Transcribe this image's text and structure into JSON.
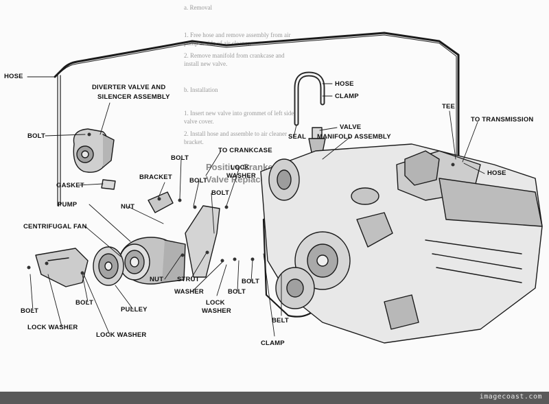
{
  "labels": {
    "hose_left": "HOSE",
    "diverter": "DIVERTER VALVE AND",
    "silencer": "SILENCER ASSEMBLY",
    "bolt_1": "BOLT",
    "hose_top": "HOSE",
    "clamp_top": "CLAMP",
    "tee": "TEE",
    "valve": "VALVE",
    "to_transmission": "TO TRANSMISSION",
    "seal": "SEAL",
    "manifold": "MANIFOLD ASSEMBLY",
    "to_crankcase": "TO CRANKCASE",
    "bolt_2": "BOLT",
    "lock_washer_1a": "LOCK",
    "lock_washer_1b": "WASHER",
    "hose_right": "HOSE",
    "bracket": "BRACKET",
    "bolt_3": "BOLT",
    "gasket": "GASKET",
    "bolt_4": "BOLT",
    "pump": "PUMP",
    "nut_1": "NUT",
    "centrifugal_fan": "CENTRIFUGAL FAN",
    "nut_2": "NUT",
    "strut": "STRUT",
    "washer": "WASHER",
    "lock_washer_2a": "LOCK",
    "lock_washer_2b": "WASHER",
    "bolt_5": "BOLT",
    "bolt_6": "BOLT",
    "bolt_7": "BOLT",
    "bolt_8": "BOLT",
    "pulley": "PULLEY",
    "belt": "BELT",
    "lock_washer_3": "LOCK WASHER",
    "lock_washer_4": "LOCK WASHER",
    "clamp_bottom": "CLAMP"
  },
  "background_text": {
    "head_a": "Positive Crankcase Ventilator",
    "head_b": "Valve Replacement [10]",
    "item_removal": "a. Removal",
    "item_install": "b. Installation",
    "line_1": "1. Free hose and remove assembly from air",
    "line_2": "pump at side of air cleaner.",
    "line_3": "2. Remove manifold from crankcase and",
    "line_4": "install new valve.",
    "line_5": "1. Insert new valve into grommet of left side",
    "line_6": "valve cover.",
    "line_7": "2. Install hose and assemble to air cleaner",
    "line_8": "bracket."
  },
  "footer": {
    "watermark": "imagecoast.com"
  }
}
